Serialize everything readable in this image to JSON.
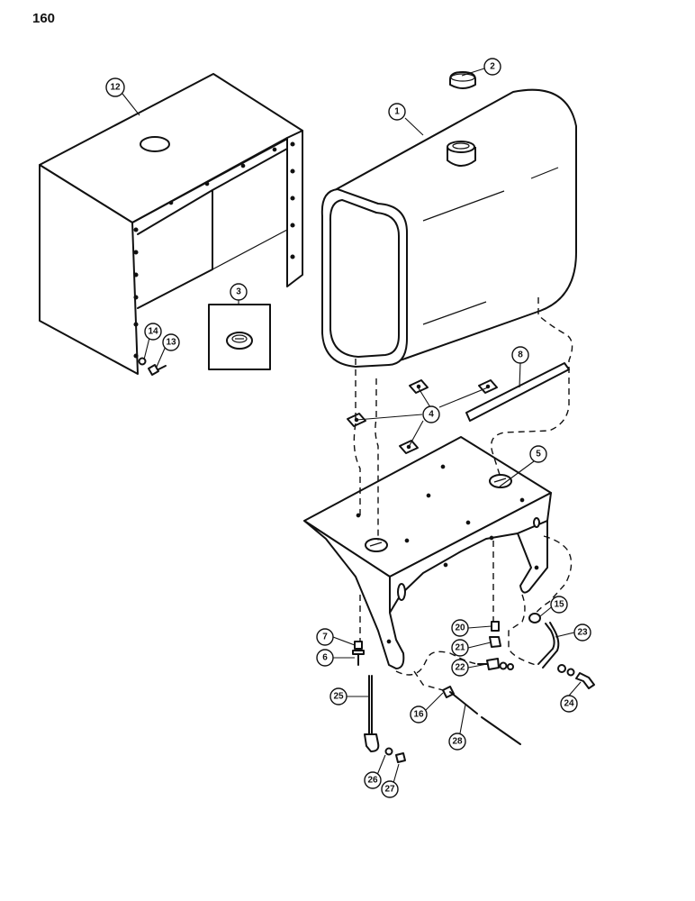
{
  "page": {
    "number": "160"
  },
  "callouts": {
    "c1": "1",
    "c2": "2",
    "c3": "3",
    "c4": "4",
    "c5": "5",
    "c6": "6",
    "c7": "7",
    "c8": "8",
    "c12": "12",
    "c13": "13",
    "c14": "14",
    "c15": "15",
    "c16": "16",
    "c20": "20",
    "c21": "21",
    "c22": "22",
    "c23": "23",
    "c24": "24",
    "c25": "25",
    "c26": "26",
    "c27": "27",
    "c28": "28"
  }
}
